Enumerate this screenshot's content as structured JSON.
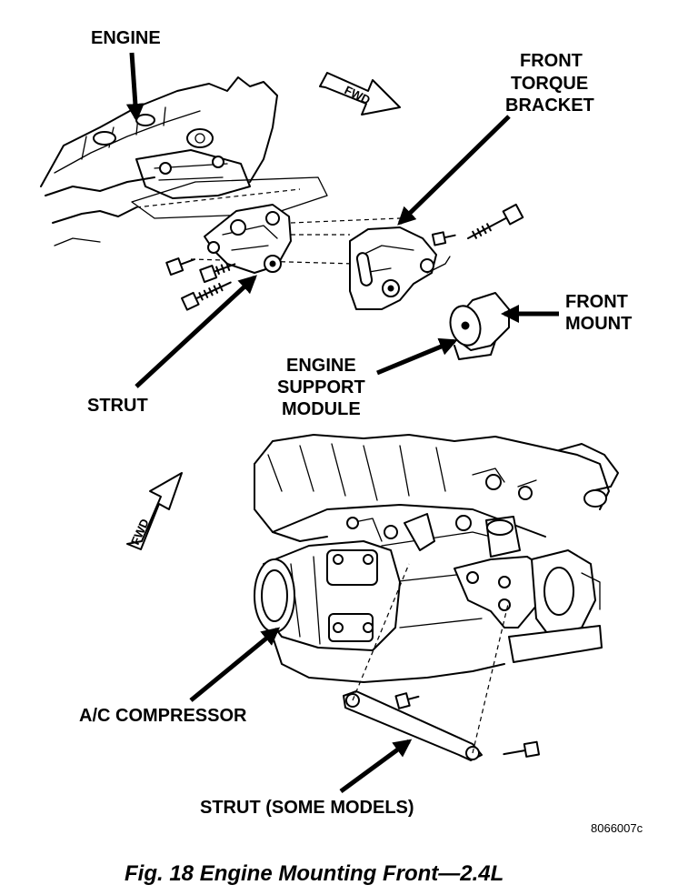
{
  "labels": {
    "engine": "ENGINE",
    "front_torque_1": "FRONT",
    "front_torque_2": "TORQUE",
    "front_torque_3": "BRACKET",
    "front_mount_1": "FRONT",
    "front_mount_2": "MOUNT",
    "esm_1": "ENGINE",
    "esm_2": "SUPPORT",
    "esm_3": "MODULE",
    "strut": "STRUT",
    "ac_compressor": "A/C COMPRESSOR",
    "strut_some": "STRUT (SOME MODELS)"
  },
  "fwd": {
    "top": "FWD",
    "bottom": "FWD"
  },
  "reference_number": "8066007c",
  "caption": "Fig. 18 Engine Mounting Front—2.4L"
}
